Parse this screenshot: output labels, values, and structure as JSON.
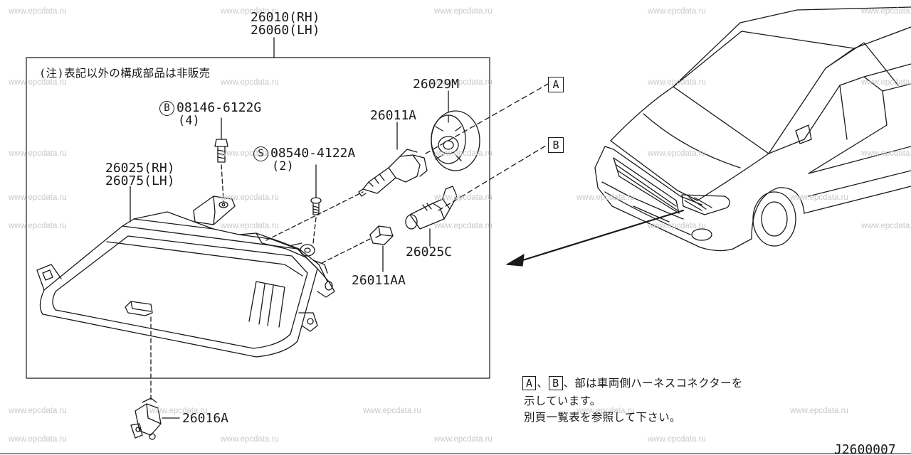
{
  "watermark": "www.epcdata.ru",
  "callouts": {
    "assembly_rh": "26010(RH)",
    "assembly_lh": "26060(LH)",
    "note_top": "(注)表記以外の構成部品は非販売",
    "bolt_code": "B",
    "bolt_part": "08146-6122G",
    "bolt_qty": "(4)",
    "screw_code": "S",
    "screw_part": "08540-4122A",
    "screw_qty": "(2)",
    "housing_rh": "26025(RH)",
    "housing_lh": "26075(LH)",
    "cap_part": "26029M",
    "bulb_part": "26011A",
    "socket_part": "26025C",
    "small_bulb_part": "26011AA",
    "adjuster_part": "26016A",
    "ref_a": "A",
    "ref_b": "B"
  },
  "bottom_note": {
    "box_a": "A",
    "sep1": "、",
    "box_b": "B",
    "line1_rest": "、部は車両側ハーネスコネクターを",
    "line2": "示しています。",
    "line3": "別頁一覧表を参照して下さい。"
  },
  "diagram_code": "J2600007"
}
